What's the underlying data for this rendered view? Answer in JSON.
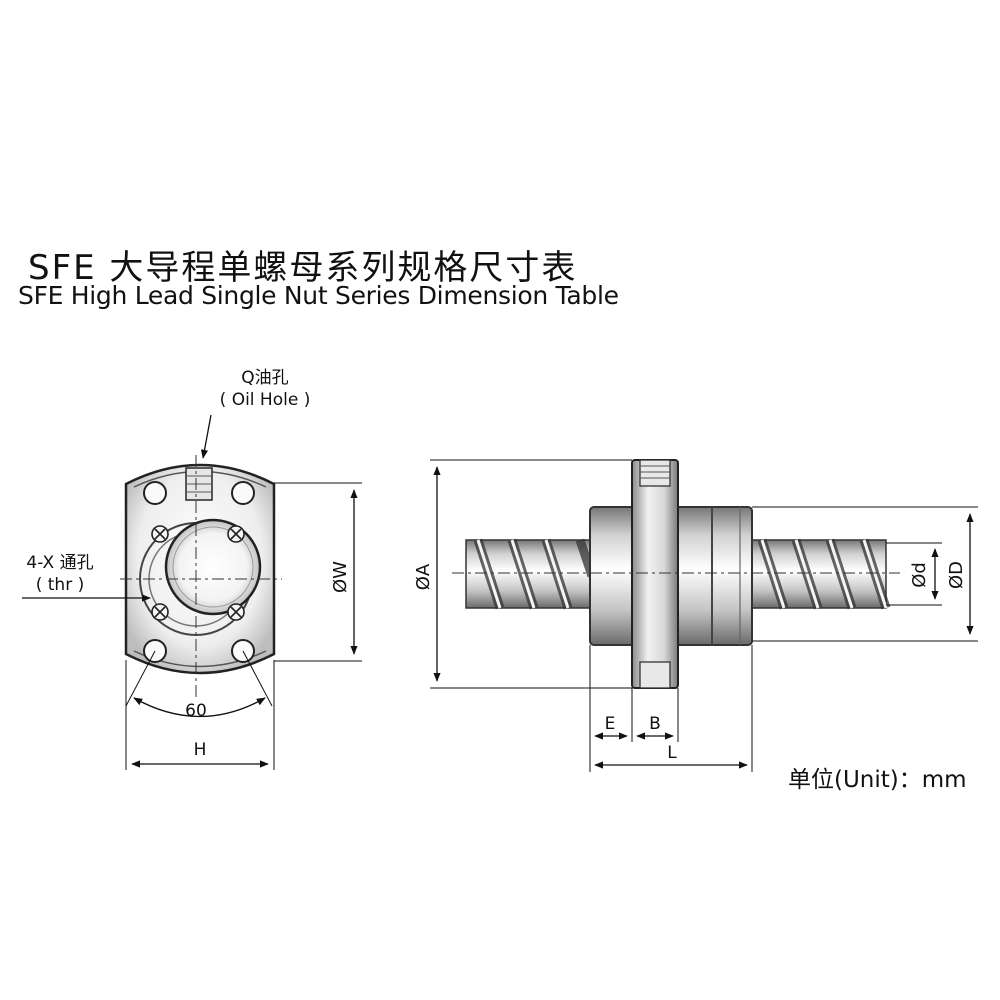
{
  "title_cn": "SFE 大导程单螺母系列规格尺寸表",
  "title_en": "SFE High Lead Single Nut Series Dimension Table",
  "front_view": {
    "oil_hole_label_cn": "Q油孔",
    "oil_hole_label_en": "( Oil Hole )",
    "thru_hole_label_cn": "4-X 通孔",
    "thru_hole_label_en": "( thr )",
    "dim_w": "ØW",
    "dim_angle": "60",
    "dim_h": "H"
  },
  "side_view": {
    "dim_a": "ØA",
    "dim_small_d": "Ød",
    "dim_big_d": "ØD",
    "dim_e": "E",
    "dim_b": "B",
    "dim_l": "L"
  },
  "unit_label": "单位(Unit)：mm"
}
